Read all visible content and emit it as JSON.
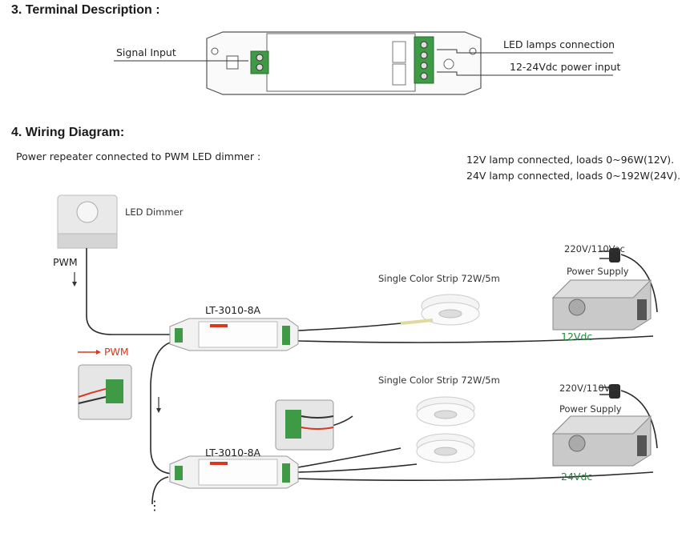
{
  "section3": {
    "heading": "3. Terminal Description :"
  },
  "terminal": {
    "signal_input": "Signal Input",
    "led_lamps_connection": "LED lamps connection",
    "power_input": "12-24Vdc power input"
  },
  "section4": {
    "heading": "4.  Wiring Diagram:",
    "subtitle": "Power repeater connected to PWM LED dimmer :",
    "load_note_12v": "12V lamp connected, loads 0~96W(12V).",
    "load_note_24v": "24V lamp connected, loads 0~192W(24V)."
  },
  "dimmer": {
    "label": "LED Dimmer",
    "pwm_label": "PWM",
    "pwm_detail_label": "PWM"
  },
  "units": [
    {
      "model": "LT-3010-8A",
      "strip_label": "Single Color Strip  72W/5m",
      "mains": "220V/110Vac",
      "psu": "Power Supply",
      "voltage": "12Vdc"
    },
    {
      "model": "LT-3010-8A",
      "strip_label": "Single Color Strip  72W/5m",
      "mains": "220V/110Vac",
      "psu": "Power Supply",
      "voltage": "24Vdc"
    }
  ],
  "continuation": "⋮",
  "colors": {
    "accent_green": "#1f8a3c",
    "accent_red": "#d9381e",
    "wire": "#2a2a2a"
  }
}
